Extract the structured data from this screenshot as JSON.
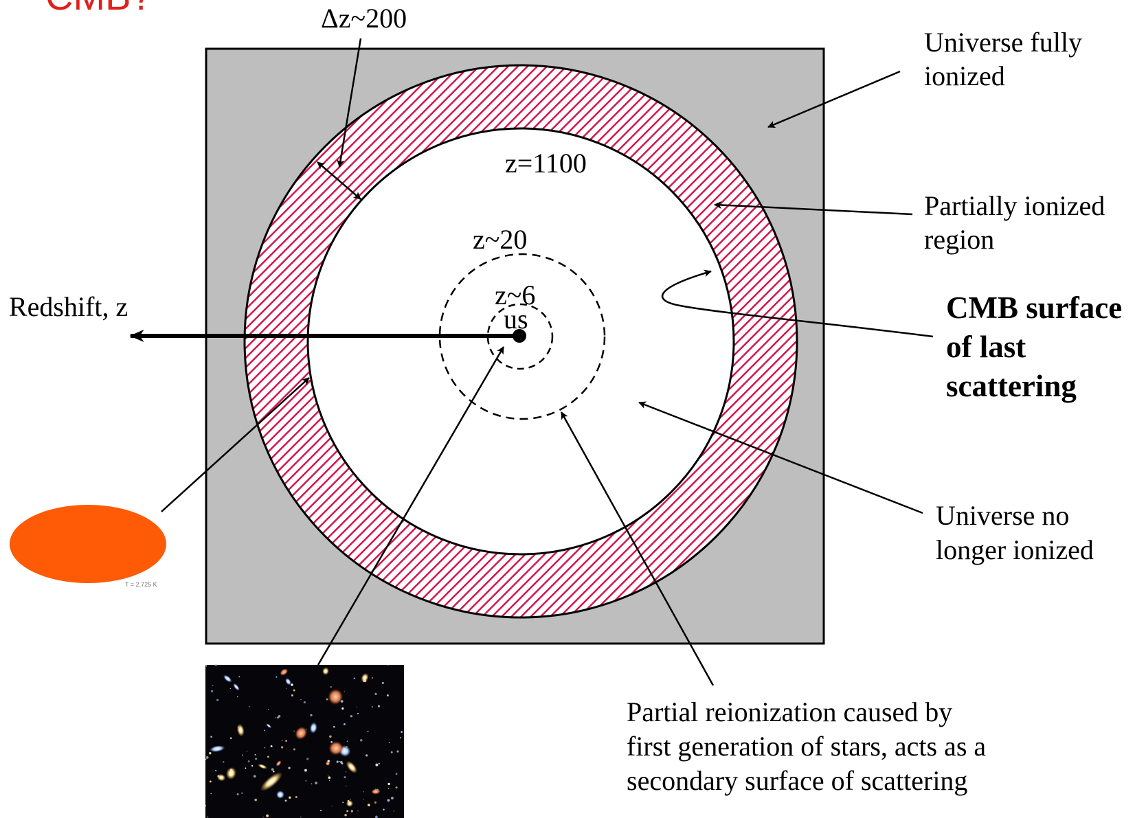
{
  "title_fragment": "CMB?",
  "colors": {
    "title": "#e0201c",
    "box_fill": "#bebebe",
    "hatch": "#d4144c",
    "ellipse": "#ff5a05",
    "sky": "#05050a"
  },
  "labels": {
    "delta_z": "Δz~200",
    "z_1100": "z=1100",
    "z_20": "z~20",
    "z_6": "z~6",
    "us": "us",
    "redshift_axis": "Redshift, z",
    "fully_ionized": [
      "Universe fully",
      "ionized"
    ],
    "partially_ionized": [
      "Partially ionized",
      "region"
    ],
    "cmb_surface": [
      "CMB surface",
      "of last",
      "scattering"
    ],
    "no_longer_ionized": [
      "Universe no",
      "longer ionized"
    ],
    "reionization": [
      "Partial reionization caused by",
      "first generation of stars, acts as a",
      "secondary surface of scattering"
    ],
    "map_caption": "T = 2.725 K"
  },
  "icons": {
    "cmb_map": "cmb-sky-map-ellipse",
    "deep_field": "galaxy-deep-field-photo"
  }
}
